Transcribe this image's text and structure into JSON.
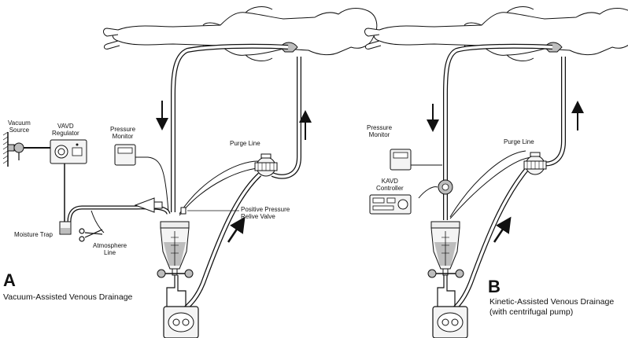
{
  "panel_a": {
    "letter": "A",
    "caption": "Vacuum-Assisted Venous Drainage",
    "labels": {
      "vacuum_source_1": "Vacuum",
      "vacuum_source_2": "Source",
      "vavd_regulator_1": "VAVD",
      "vavd_regulator_2": "Regulator",
      "pressure_monitor_1": "Pressure",
      "pressure_monitor_2": "Monitor",
      "purge_line": "Purge Line",
      "ppr_valve_1": "Positive Pressure",
      "ppr_valve_2": "Relive Valve",
      "moisture_trap": "Moisture Trap",
      "atmosphere_line_1": "Atmosphere",
      "atmosphere_line_2": "Line"
    }
  },
  "panel_b": {
    "letter": "B",
    "caption_1": "Kinetic-Assisted Venous Drainage",
    "caption_2": "(with centrifugal pump)",
    "labels": {
      "pressure_monitor_1": "Pressure",
      "pressure_monitor_2": "Monitor",
      "purge_line": "Purge Line",
      "kavd_controller_1": "KAVD",
      "kavd_controller_2": "Controller"
    }
  },
  "colors": {
    "line": "#111111",
    "tube": "#ffffff",
    "device": "#f4f4f4",
    "shade": "#bdbdbd"
  }
}
